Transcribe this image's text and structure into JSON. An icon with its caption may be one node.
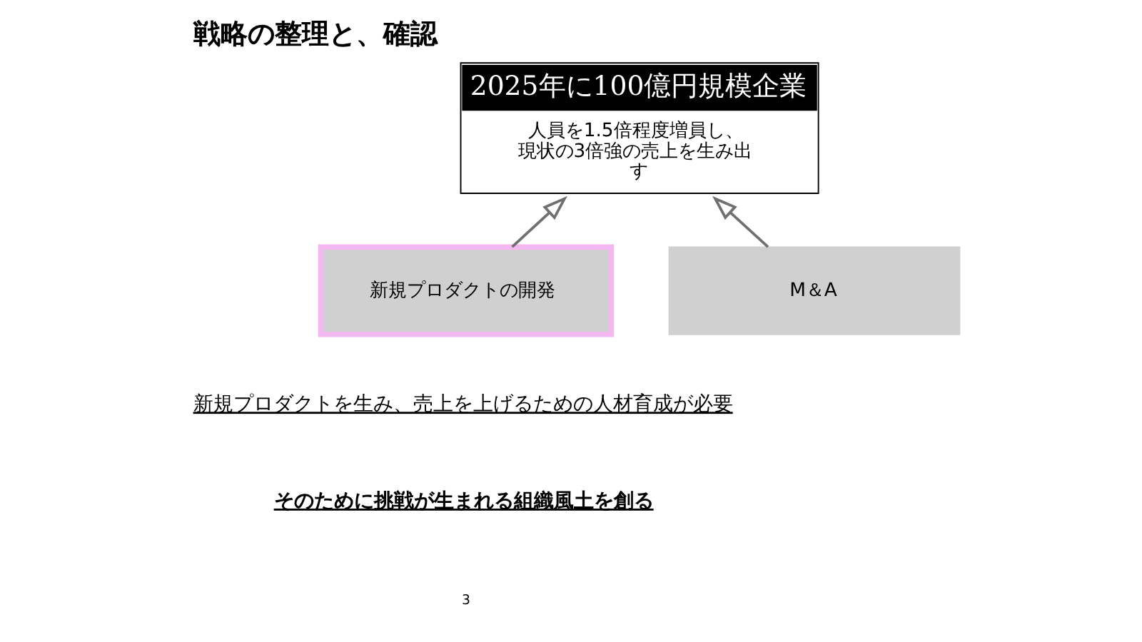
{
  "diagram": {
    "title": "戦略の整理と、確認",
    "nodes": [
      {
        "text": [
          "2025年に100億円規模企業",
          "人員を1.5倍程度増員し、現状の3倍強の売上を生み出す"
        ]
      },
      {
        "text": [
          "新規プロダクトの開発"
        ]
      },
      {
        "text": [
          "M＆A"
        ]
      }
    ],
    "edges": [
      {
        "from": 1,
        "to": 0,
        "arrow": "to"
      },
      {
        "from": 2,
        "to": 0,
        "arrow": "to"
      }
    ],
    "labels": [
      "新規プロダクトを生み、売上を上げるための人材育成が必要",
      "そのために挑戦が生まれる組織風土を創る",
      "3"
    ]
  }
}
